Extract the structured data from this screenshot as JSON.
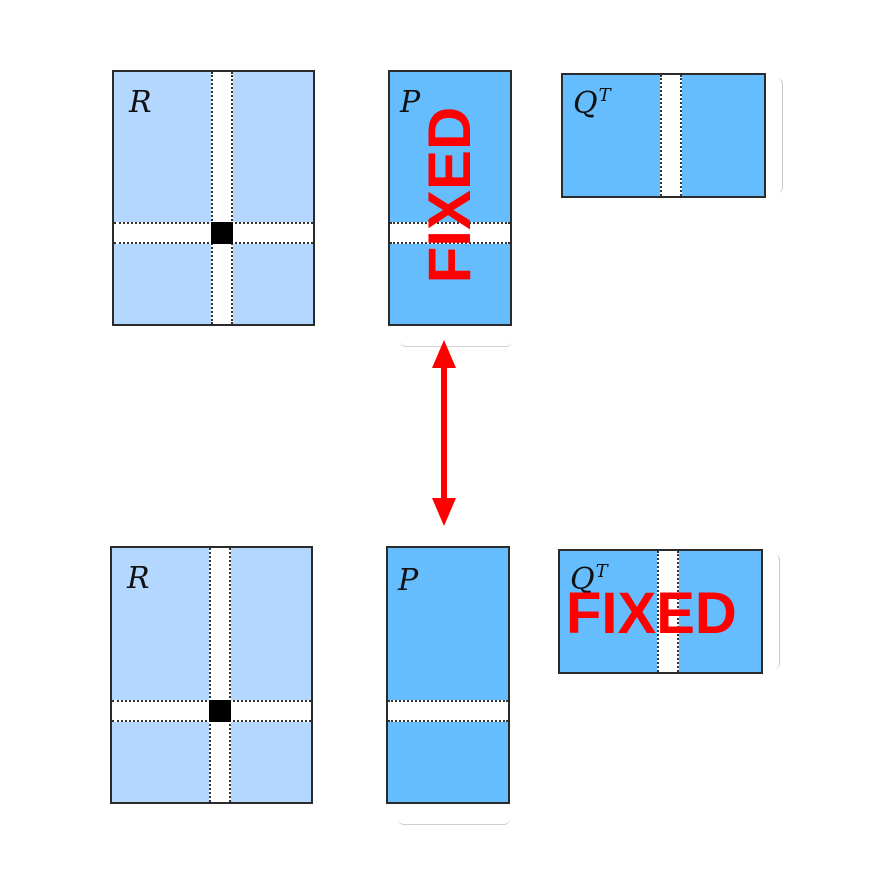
{
  "top_row": {
    "r_label": "R",
    "p_label": "P",
    "q_label": "Q",
    "q_superscript": "T",
    "fixed_label": "FIXED"
  },
  "bottom_row": {
    "r_label": "R",
    "p_label": "P",
    "q_label": "Q",
    "q_superscript": "T",
    "fixed_label": "FIXED"
  },
  "colors": {
    "r_fill": "#b3d7ff",
    "pq_fill": "#66bdfe",
    "fixed_text": "#ff0000",
    "arrow": "#ff0000"
  }
}
